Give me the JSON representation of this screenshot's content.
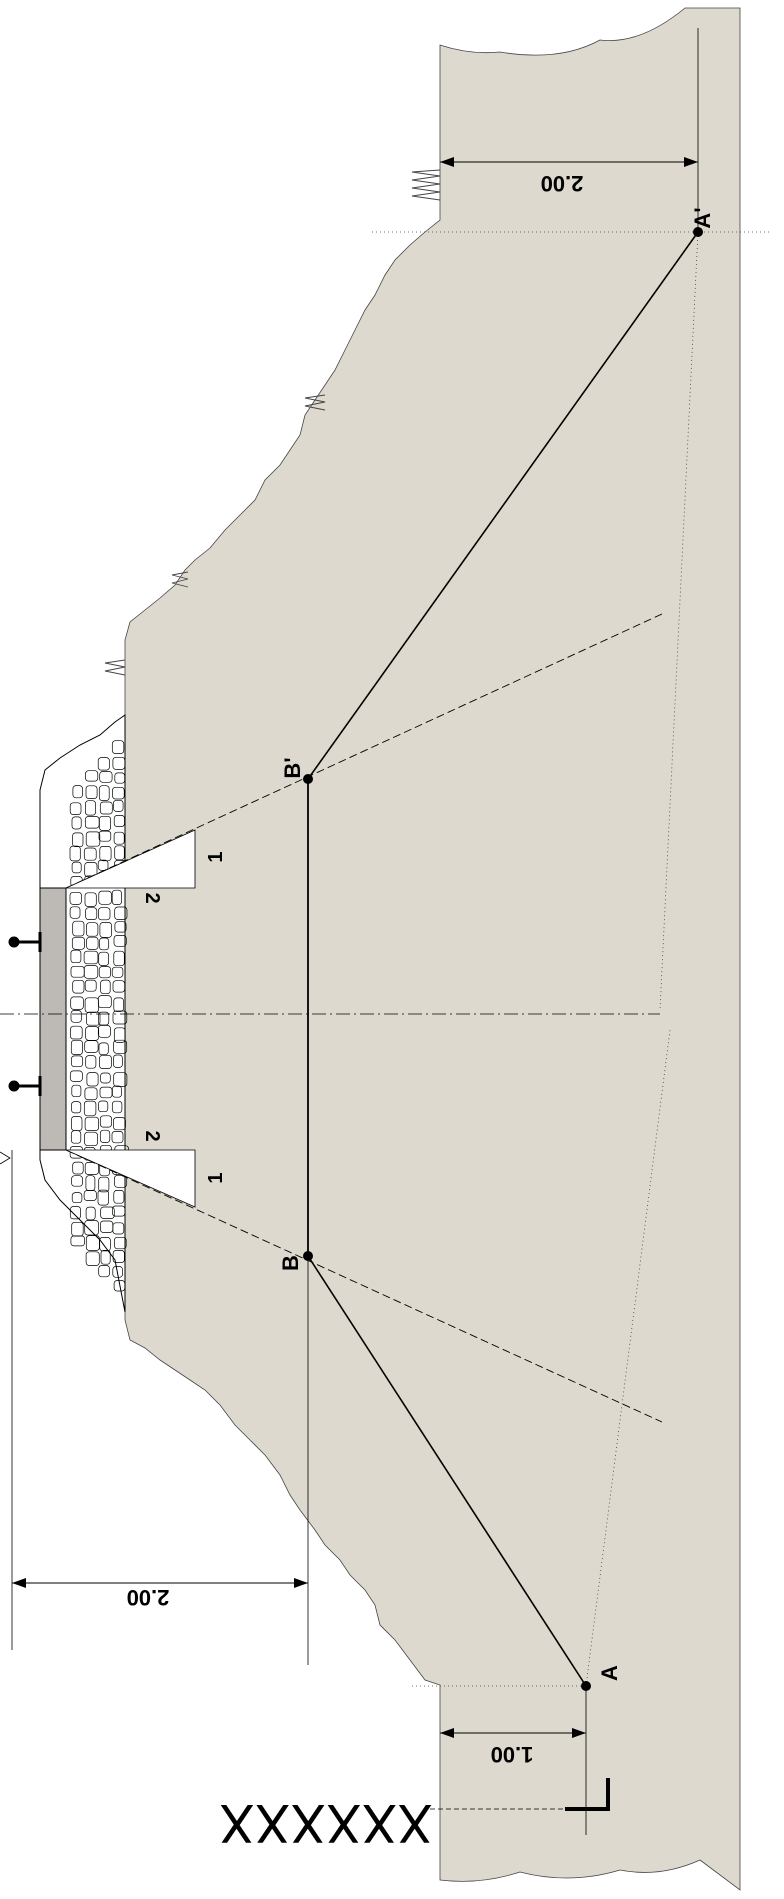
{
  "labels": {
    "point_a": "A",
    "point_a_prime": "A'",
    "point_b": "B",
    "point_b_prime": "B'",
    "slope_upper_1": "1",
    "slope_upper_2": "2",
    "slope_lower_1": "1",
    "slope_lower_2": "2",
    "dim_top": "2.00",
    "dim_left": "2.00",
    "dim_bottom": "1.00",
    "section_code": "XXXXXX"
  },
  "colors": {
    "ground": "#ddd9ce",
    "sleeper": "#bdbab5",
    "line": "#000000",
    "ballast_fill": "#ffffff"
  }
}
